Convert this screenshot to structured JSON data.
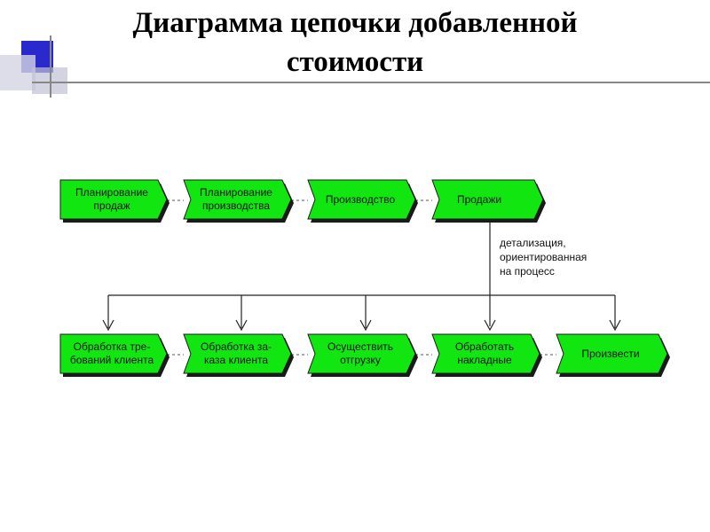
{
  "title": {
    "line1": "Диаграмма цепочки добавленной",
    "line2": "стоимости"
  },
  "note": {
    "line1": "детализация,",
    "line2": "ориентированная",
    "line3": "на процесс"
  },
  "colors": {
    "chevron_fill": "#11e611",
    "chevron_stroke": "#1a1a1a",
    "shadow": "#1a1a1a",
    "deco_blue": "#2a2acc",
    "deco_gray": "#c8c8d8"
  },
  "top_row": [
    {
      "line1": "Планирование",
      "line2": "продаж"
    },
    {
      "line1": "Планирование",
      "line2": "производства"
    },
    {
      "line1": "Производство",
      "line2": ""
    },
    {
      "line1": "Продажи",
      "line2": ""
    }
  ],
  "bottom_row": [
    {
      "line1": "Обработка тре-",
      "line2": "бований клиента"
    },
    {
      "line1": "Обработка за-",
      "line2": "каза клиента"
    },
    {
      "line1": "Осуществить",
      "line2": "отгрузку"
    },
    {
      "line1": "Обработать",
      "line2": "накладные"
    },
    {
      "line1": "Произвести",
      "line2": ""
    }
  ]
}
